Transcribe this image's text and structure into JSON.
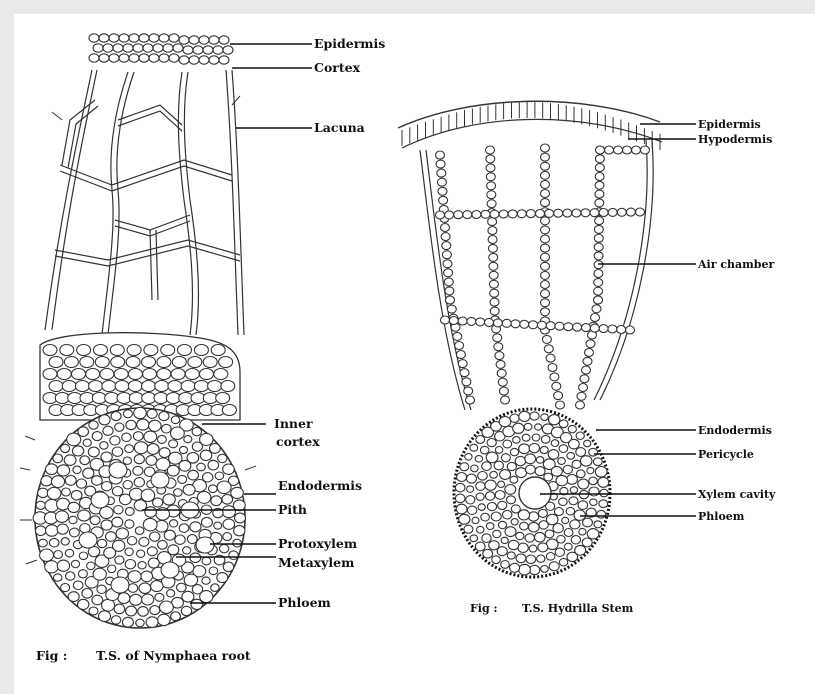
{
  "figure_left": {
    "labels": {
      "epidermis": "Epidermis",
      "cortex": "Cortex",
      "lacuna": "Lacuna",
      "inner_cortex_1": "Inner",
      "inner_cortex_2": "cortex",
      "endodermis": "Endodermis",
      "pith": "Pith",
      "protoxylem": "Protoxylem",
      "metaxylem": "Metaxylem",
      "phloem": "Phloem"
    },
    "caption_prefix": "Fig :",
    "caption_title": "T.S. of Nymphaea root"
  },
  "figure_right": {
    "labels": {
      "epidermis": "Epidermis",
      "hypodermis": "Hypodermis",
      "air_chamber": "Air chamber",
      "endodermis": "Endodermis",
      "pericycle": "Pericycle",
      "xylem_cavity": "Xylem cavity",
      "phloem": "Phloem"
    },
    "caption_prefix": "Fig :",
    "caption_title": "T.S. Hydrilla Stem"
  }
}
